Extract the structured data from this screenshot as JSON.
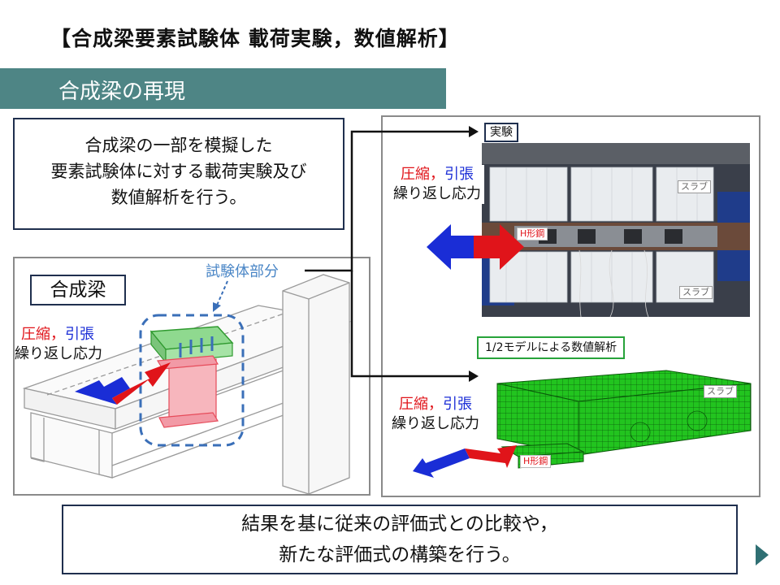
{
  "header": {
    "title": "【合成梁要素試験体 載荷実験，数値解析】",
    "section": "合成梁の再現"
  },
  "intro": {
    "lines": [
      "合成梁の一部を模擬した",
      "要素試験体に対する載荷実験及び",
      "数値解析を行う。"
    ]
  },
  "left_panel": {
    "composite_label": "合成梁",
    "specimen_label": "試験体部分",
    "stress": {
      "compression_tension": [
        "圧縮，",
        "引張"
      ],
      "cyclic": "繰り返し応力"
    }
  },
  "right_panel": {
    "experiment_label": "実験",
    "photo_tags": {
      "slab_top": "スラブ",
      "slab_bottom": "スラブ",
      "h_section": "H形鋼"
    },
    "stress": {
      "compression_tension": [
        "圧縮，",
        "引張"
      ],
      "cyclic": "繰り返し応力"
    },
    "model_label": "1/2モデルによる数値解析",
    "model_tags": {
      "slab": "スラブ",
      "h_section": "H形鋼"
    },
    "model_stress": {
      "compression_tension": [
        "圧縮，",
        "引張"
      ],
      "cyclic": "繰り返し応力"
    }
  },
  "conclusion": {
    "lines": [
      "結果を基に従来の評価式との比較や，",
      "新たな評価式の構築を行う。"
    ]
  },
  "nav": {
    "next_icon": "triangle-right-icon",
    "color": "#2f6f73"
  },
  "colors": {
    "band": "#4e8585",
    "red": "#e0141a",
    "blue": "#1a2dd6",
    "mesh": "#22c41f"
  }
}
